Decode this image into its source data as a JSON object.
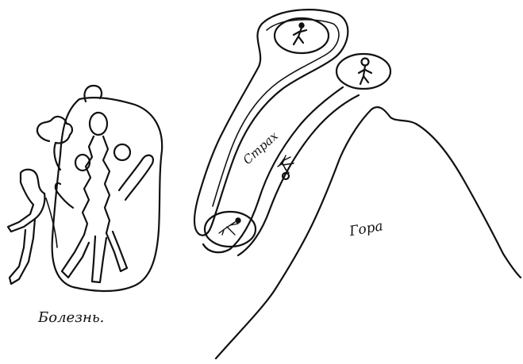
{
  "labels": {
    "illness": "Болезнь.",
    "fear": "Страх",
    "mountain": "Гора"
  },
  "colors": {
    "ink": "#111111",
    "paper": "#ffffff"
  }
}
